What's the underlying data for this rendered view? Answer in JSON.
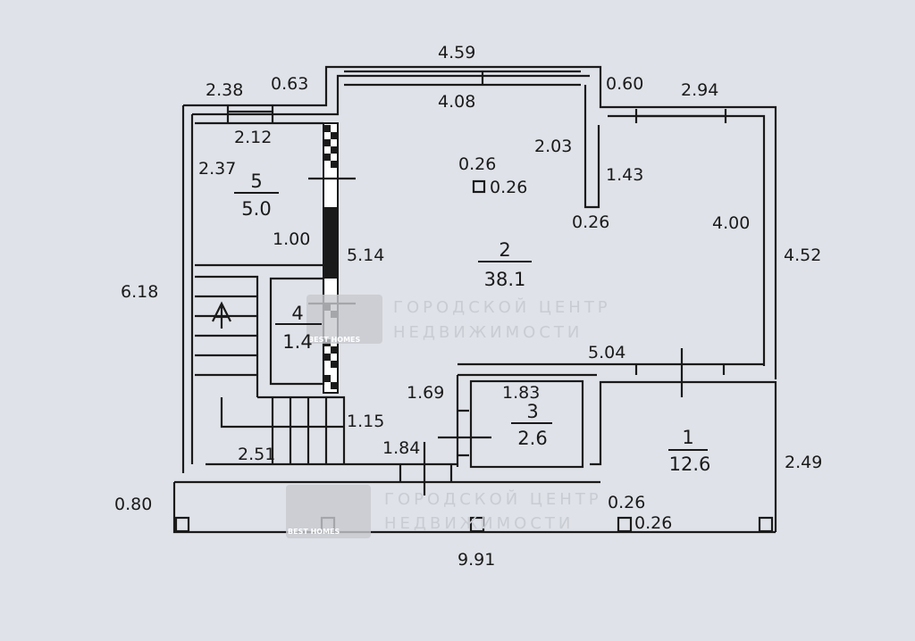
{
  "plan": {
    "dimensions": {
      "top_total": "4.59",
      "top_inner": "4.08",
      "top_left_a": "2.38",
      "top_left_b": "0.63",
      "top_right_a": "0.60",
      "top_right_b": "2.94",
      "room5_width": "2.12",
      "room5_height": "2.37",
      "partition_len": "2.03",
      "column_a": "0.26",
      "column_b": "0.26",
      "stub_len": "1.43",
      "stub_width": "0.26",
      "right_inner": "4.00",
      "right_outer": "4.52",
      "left_outer": "6.18",
      "door_1": "1.00",
      "wall_len": "5.14",
      "room2_bottom": "5.04",
      "corridor": "1.69",
      "room3_width": "1.83",
      "stair_h": "1.15",
      "stair_w": "2.51",
      "passage": "1.84",
      "room1_right": "2.49",
      "porch_depth": "0.80",
      "pillar_a": "0.26",
      "pillar_b": "0.26",
      "bottom_total": "9.91"
    },
    "rooms": [
      {
        "number": "1",
        "area": "12.6"
      },
      {
        "number": "2",
        "area": "38.1"
      },
      {
        "number": "3",
        "area": "2.6"
      },
      {
        "number": "4",
        "area": "1.4"
      },
      {
        "number": "5",
        "area": "5.0"
      }
    ],
    "watermark": {
      "brand": "BEST HOMES",
      "line1": "ГОРОДСКОЙ ЦЕНТР",
      "line2": "НЕДВИЖИМОСТИ"
    }
  }
}
